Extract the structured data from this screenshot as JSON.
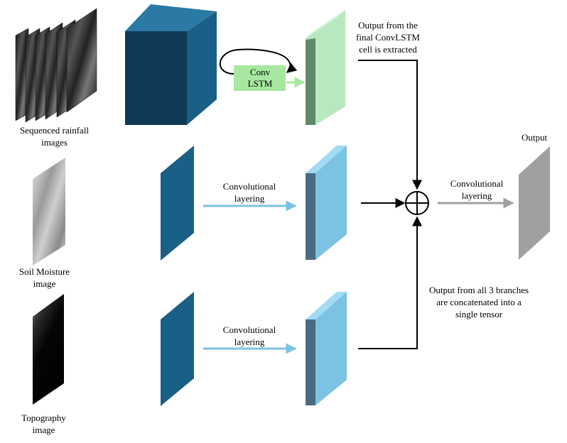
{
  "inputs": {
    "rainfall": [
      "Sequenced rainfall",
      "images"
    ],
    "soil": [
      "Soil Moisture",
      "image"
    ],
    "topography": [
      "Topography",
      "image"
    ]
  },
  "convlstm": {
    "line1": "Conv",
    "line2": "LSTM"
  },
  "notes": {
    "top": [
      "Output from the",
      "final ConvLSTM",
      "cell is extracted"
    ],
    "concat": [
      "Output from all 3 branches",
      "are concatenated into a",
      "single tensor"
    ]
  },
  "branch_labels": {
    "mid": [
      "Convolutional",
      "layering"
    ],
    "bottom": [
      "Convolutional",
      "layering"
    ],
    "output": [
      "Convolutional",
      "layering"
    ]
  },
  "output_title": "Output",
  "colors": {
    "block_front": "#0f3a55",
    "block_side": "#1a5f86",
    "block_top": "#2a7aa5",
    "slab_front": "#7cc2e2",
    "slab_side": "#4a6a80",
    "slab_top": "#a3dbf5",
    "green_front": "#b8e8c0",
    "green_side": "#5e8a6a",
    "green_box": "#a8e7a0",
    "arrow_blue": "#7cc2e2",
    "arrow_green": "#a8e7a0",
    "output_gray": "#a0a0a0"
  }
}
